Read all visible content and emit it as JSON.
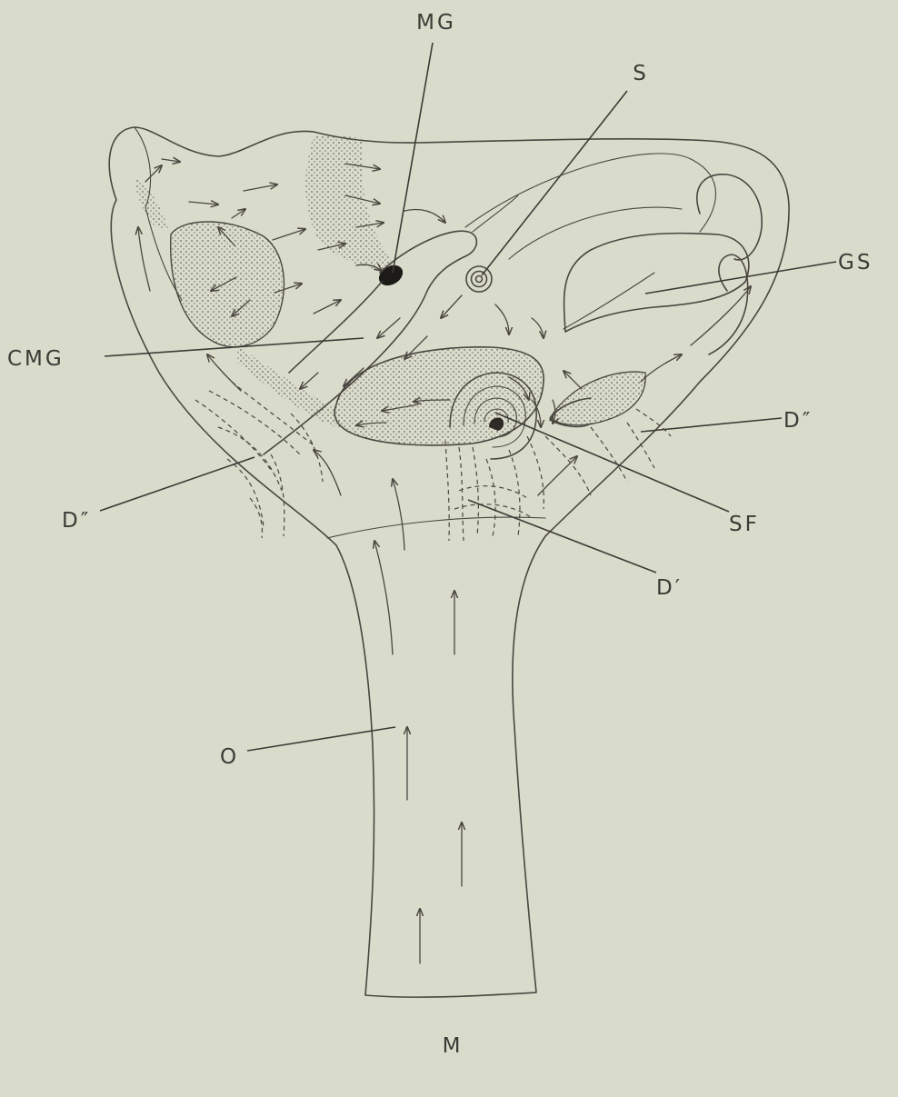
{
  "labels": {
    "mg": "MG",
    "s": "S",
    "gs": "GS",
    "cmg": "CMG",
    "d2_right": "D″",
    "d2_left": "D″",
    "sf": "SF",
    "d1": "D′",
    "o": "O",
    "m": "M"
  },
  "colors": {
    "background": "#d9dccb",
    "ink": "#4a4640",
    "stipple": "#6b675e"
  }
}
